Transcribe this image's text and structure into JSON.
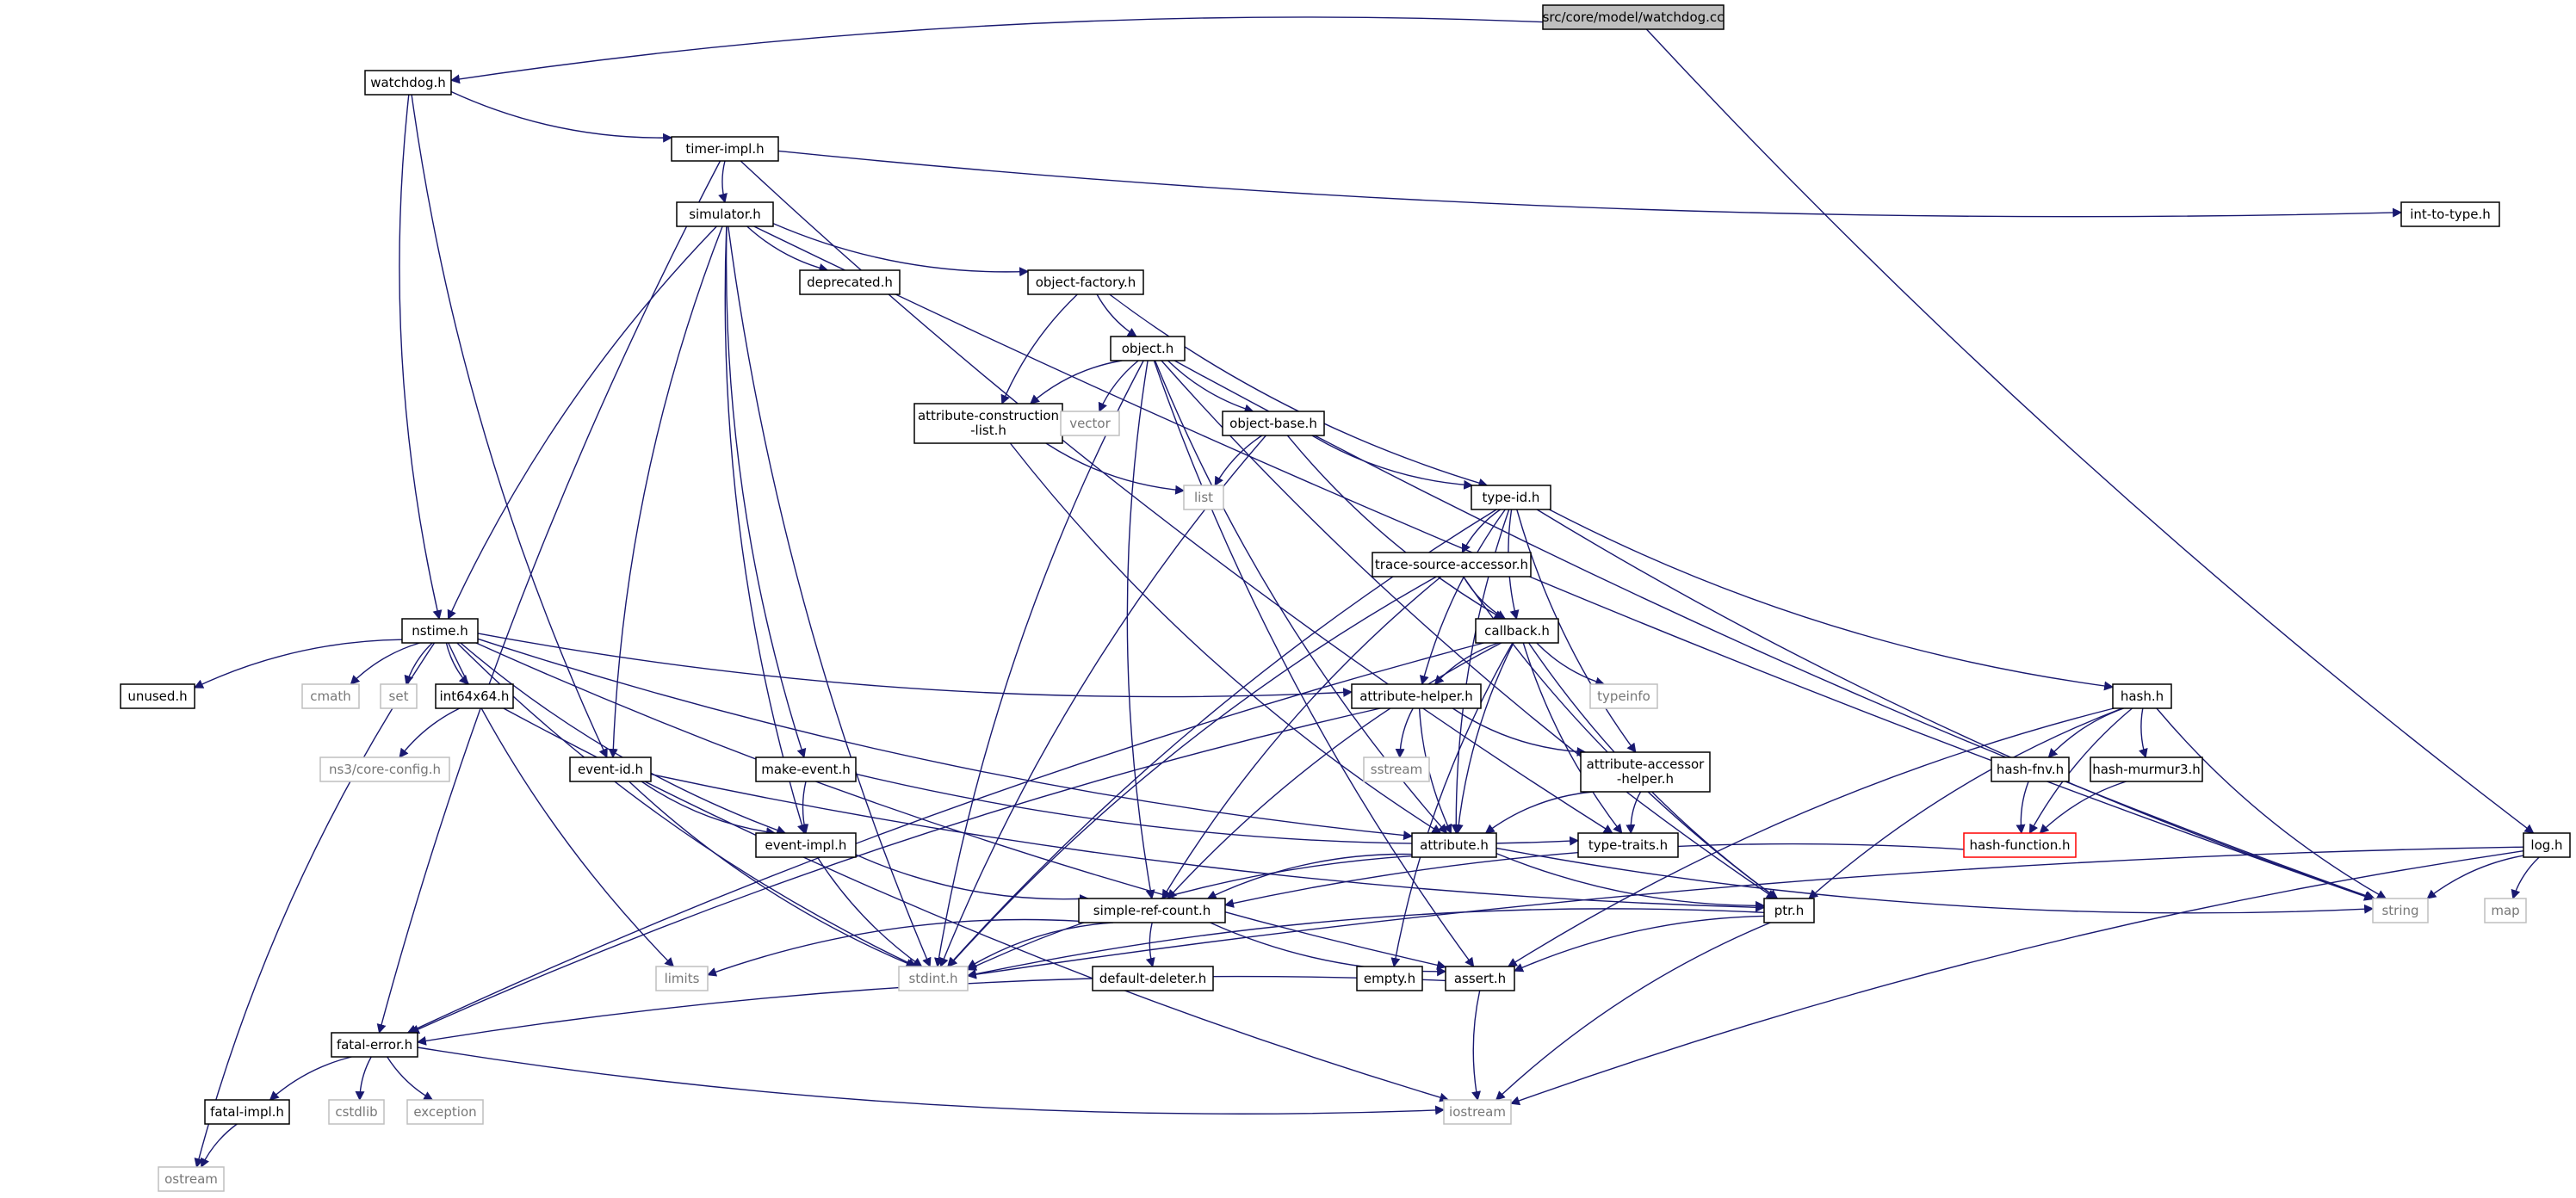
{
  "diagram": {
    "colors": {
      "edge": "#191970",
      "root_fill": "#bfbfbf",
      "node_border": "#000000",
      "system_border": "#bfbfbf",
      "missing_border": "#ff0000",
      "system_text": "#777777"
    },
    "nodes": [
      {
        "id": "watchdog_cc",
        "label": "src/core/model/watchdog.cc",
        "kind": "root"
      },
      {
        "id": "watchdog_h",
        "label": "watchdog.h",
        "kind": "header"
      },
      {
        "id": "timer_impl",
        "label": "timer-impl.h",
        "kind": "header"
      },
      {
        "id": "int_to_type",
        "label": "int-to-type.h",
        "kind": "header"
      },
      {
        "id": "simulator",
        "label": "simulator.h",
        "kind": "header"
      },
      {
        "id": "deprecated",
        "label": "deprecated.h",
        "kind": "header"
      },
      {
        "id": "object_factory",
        "label": "object-factory.h",
        "kind": "header"
      },
      {
        "id": "object",
        "label": "object.h",
        "kind": "header"
      },
      {
        "id": "attr_construction",
        "label": "attribute-construction\n-list.h",
        "kind": "header"
      },
      {
        "id": "vector",
        "label": "vector",
        "kind": "system"
      },
      {
        "id": "object_base",
        "label": "object-base.h",
        "kind": "header"
      },
      {
        "id": "list",
        "label": "list",
        "kind": "system"
      },
      {
        "id": "type_id",
        "label": "type-id.h",
        "kind": "header"
      },
      {
        "id": "trace_source",
        "label": "trace-source-accessor.h",
        "kind": "header"
      },
      {
        "id": "nstime",
        "label": "nstime.h",
        "kind": "header"
      },
      {
        "id": "callback",
        "label": "callback.h",
        "kind": "header"
      },
      {
        "id": "unused",
        "label": "unused.h",
        "kind": "header"
      },
      {
        "id": "cmath",
        "label": "cmath",
        "kind": "system"
      },
      {
        "id": "set",
        "label": "set",
        "kind": "system"
      },
      {
        "id": "int64x64",
        "label": "int64x64.h",
        "kind": "header"
      },
      {
        "id": "attr_helper",
        "label": "attribute-helper.h",
        "kind": "header"
      },
      {
        "id": "typeinfo",
        "label": "typeinfo",
        "kind": "system"
      },
      {
        "id": "hash",
        "label": "hash.h",
        "kind": "header"
      },
      {
        "id": "sstream",
        "label": "sstream",
        "kind": "system"
      },
      {
        "id": "ns3_core_config",
        "label": "ns3/core-config.h",
        "kind": "system"
      },
      {
        "id": "event_id",
        "label": "event-id.h",
        "kind": "header"
      },
      {
        "id": "make_event",
        "label": "make-event.h",
        "kind": "header"
      },
      {
        "id": "attr_accessor",
        "label": "attribute-accessor\n-helper.h",
        "kind": "header"
      },
      {
        "id": "hash_fnv",
        "label": "hash-fnv.h",
        "kind": "header"
      },
      {
        "id": "hash_murmur3",
        "label": "hash-murmur3.h",
        "kind": "header"
      },
      {
        "id": "event_impl",
        "label": "event-impl.h",
        "kind": "header"
      },
      {
        "id": "attribute",
        "label": "attribute.h",
        "kind": "header"
      },
      {
        "id": "type_traits",
        "label": "type-traits.h",
        "kind": "header"
      },
      {
        "id": "hash_function",
        "label": "hash-function.h",
        "kind": "missing"
      },
      {
        "id": "log",
        "label": "log.h",
        "kind": "header"
      },
      {
        "id": "simple_ref_count",
        "label": "simple-ref-count.h",
        "kind": "header"
      },
      {
        "id": "ptr",
        "label": "ptr.h",
        "kind": "header"
      },
      {
        "id": "string",
        "label": "string",
        "kind": "system"
      },
      {
        "id": "map",
        "label": "map",
        "kind": "system"
      },
      {
        "id": "limits",
        "label": "limits",
        "kind": "system"
      },
      {
        "id": "stdint",
        "label": "stdint.h",
        "kind": "system"
      },
      {
        "id": "default_deleter",
        "label": "default-deleter.h",
        "kind": "header"
      },
      {
        "id": "empty",
        "label": "empty.h",
        "kind": "header"
      },
      {
        "id": "assert",
        "label": "assert.h",
        "kind": "header"
      },
      {
        "id": "fatal_error",
        "label": "fatal-error.h",
        "kind": "header"
      },
      {
        "id": "fatal_impl",
        "label": "fatal-impl.h",
        "kind": "header"
      },
      {
        "id": "cstdlib",
        "label": "cstdlib",
        "kind": "system"
      },
      {
        "id": "exception",
        "label": "exception",
        "kind": "system"
      },
      {
        "id": "iostream",
        "label": "iostream",
        "kind": "system"
      },
      {
        "id": "ostream",
        "label": "ostream",
        "kind": "system"
      }
    ],
    "edges": [
      [
        "watchdog_cc",
        "watchdog_h"
      ],
      [
        "watchdog_cc",
        "log"
      ],
      [
        "watchdog_h",
        "timer_impl"
      ],
      [
        "watchdog_h",
        "nstime"
      ],
      [
        "watchdog_h",
        "event_id"
      ],
      [
        "timer_impl",
        "simulator"
      ],
      [
        "timer_impl",
        "int_to_type"
      ],
      [
        "timer_impl",
        "type_traits"
      ],
      [
        "timer_impl",
        "fatal_error"
      ],
      [
        "simulator",
        "deprecated"
      ],
      [
        "simulator",
        "object_factory"
      ],
      [
        "simulator",
        "nstime"
      ],
      [
        "simulator",
        "event_id"
      ],
      [
        "simulator",
        "event_impl"
      ],
      [
        "simulator",
        "make_event"
      ],
      [
        "simulator",
        "stdint"
      ],
      [
        "simulator",
        "string"
      ],
      [
        "object_factory",
        "object"
      ],
      [
        "object_factory",
        "attr_construction"
      ],
      [
        "object_factory",
        "type_id"
      ],
      [
        "object",
        "attr_construction"
      ],
      [
        "object",
        "vector"
      ],
      [
        "object",
        "object_base"
      ],
      [
        "object",
        "stdint"
      ],
      [
        "object",
        "simple_ref_count"
      ],
      [
        "object",
        "attribute"
      ],
      [
        "object",
        "ptr"
      ],
      [
        "object",
        "string"
      ],
      [
        "object",
        "assert"
      ],
      [
        "attr_construction",
        "list"
      ],
      [
        "attr_construction",
        "attribute"
      ],
      [
        "object_base",
        "list"
      ],
      [
        "object_base",
        "type_id"
      ],
      [
        "object_base",
        "callback"
      ],
      [
        "object_base",
        "stdint"
      ],
      [
        "type_id",
        "trace_source"
      ],
      [
        "type_id",
        "callback"
      ],
      [
        "type_id",
        "attr_helper"
      ],
      [
        "type_id",
        "hash"
      ],
      [
        "type_id",
        "attr_accessor"
      ],
      [
        "type_id",
        "attribute"
      ],
      [
        "type_id",
        "string"
      ],
      [
        "type_id",
        "stdint"
      ],
      [
        "trace_source",
        "callback"
      ],
      [
        "trace_source",
        "ptr"
      ],
      [
        "trace_source",
        "simple_ref_count"
      ],
      [
        "trace_source",
        "stdint"
      ],
      [
        "callback",
        "attr_helper"
      ],
      [
        "callback",
        "typeinfo"
      ],
      [
        "callback",
        "attribute"
      ],
      [
        "callback",
        "ptr"
      ],
      [
        "callback",
        "type_traits"
      ],
      [
        "callback",
        "simple_ref_count"
      ],
      [
        "callback",
        "fatal_error"
      ],
      [
        "callback",
        "empty"
      ],
      [
        "nstime",
        "unused"
      ],
      [
        "nstime",
        "cmath"
      ],
      [
        "nstime",
        "set"
      ],
      [
        "nstime",
        "int64x64"
      ],
      [
        "nstime",
        "attr_helper"
      ],
      [
        "nstime",
        "attribute"
      ],
      [
        "nstime",
        "event_impl"
      ],
      [
        "nstime",
        "stdint"
      ],
      [
        "nstime",
        "limits"
      ],
      [
        "nstime",
        "ostream"
      ],
      [
        "nstime",
        "assert"
      ],
      [
        "int64x64",
        "ns3_core_config"
      ],
      [
        "int64x64",
        "iostream"
      ],
      [
        "attr_helper",
        "sstream"
      ],
      [
        "attr_helper",
        "attr_accessor"
      ],
      [
        "attr_helper",
        "attribute"
      ],
      [
        "attr_helper",
        "fatal_error"
      ],
      [
        "attr_accessor",
        "attribute"
      ],
      [
        "attr_accessor",
        "type_traits"
      ],
      [
        "hash",
        "hash_fnv"
      ],
      [
        "hash",
        "hash_murmur3"
      ],
      [
        "hash",
        "hash_function"
      ],
      [
        "hash",
        "string"
      ],
      [
        "hash",
        "ptr"
      ],
      [
        "hash",
        "assert"
      ],
      [
        "hash_fnv",
        "hash_function"
      ],
      [
        "hash_murmur3",
        "hash_function"
      ],
      [
        "hash_function",
        "simple_ref_count"
      ],
      [
        "event_id",
        "event_impl"
      ],
      [
        "event_id",
        "stdint"
      ],
      [
        "event_id",
        "ptr"
      ],
      [
        "make_event",
        "event_impl"
      ],
      [
        "make_event",
        "type_traits"
      ],
      [
        "event_impl",
        "simple_ref_count"
      ],
      [
        "event_impl",
        "stdint"
      ],
      [
        "attribute",
        "simple_ref_count"
      ],
      [
        "attribute",
        "ptr"
      ],
      [
        "attribute",
        "string"
      ],
      [
        "attribute",
        "stdint"
      ],
      [
        "simple_ref_count",
        "stdint"
      ],
      [
        "simple_ref_count",
        "limits"
      ],
      [
        "simple_ref_count",
        "default_deleter"
      ],
      [
        "simple_ref_count",
        "assert"
      ],
      [
        "ptr",
        "assert"
      ],
      [
        "ptr",
        "iostream"
      ],
      [
        "ptr",
        "stdint"
      ],
      [
        "log",
        "string"
      ],
      [
        "log",
        "map"
      ],
      [
        "log",
        "iostream"
      ],
      [
        "log",
        "stdint"
      ],
      [
        "assert",
        "fatal_error"
      ],
      [
        "assert",
        "iostream"
      ],
      [
        "fatal_error",
        "fatal_impl"
      ],
      [
        "fatal_error",
        "cstdlib"
      ],
      [
        "fatal_error",
        "exception"
      ],
      [
        "fatal_error",
        "iostream"
      ],
      [
        "fatal_impl",
        "ostream"
      ]
    ]
  }
}
